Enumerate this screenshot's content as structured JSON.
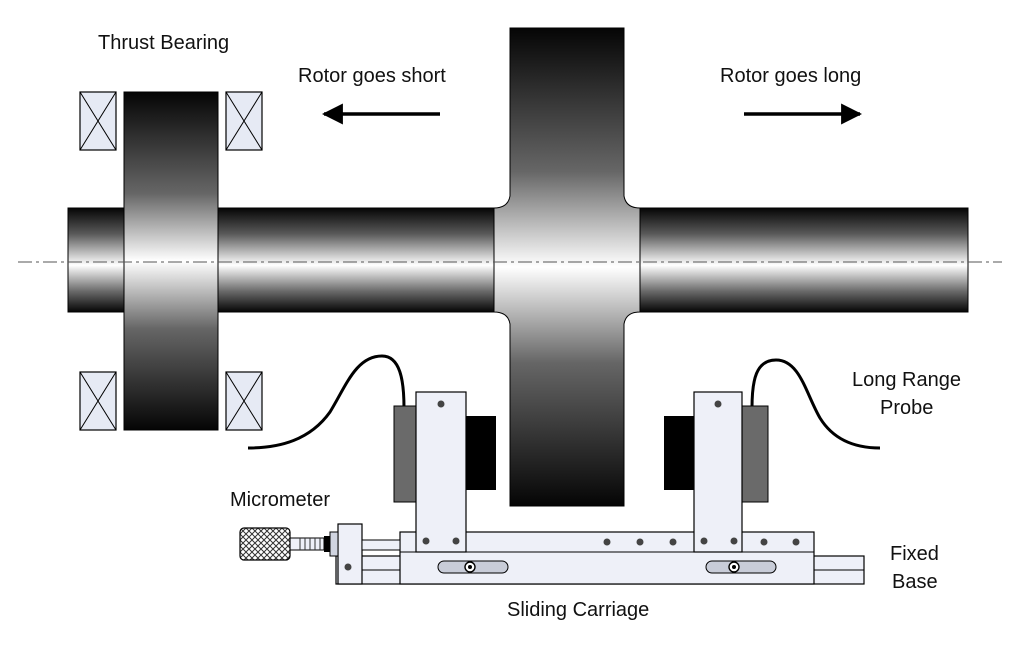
{
  "labels": {
    "thrust_bearing": "Thrust Bearing",
    "rotor_short": "Rotor goes short",
    "rotor_long": "Rotor goes long",
    "long_range_probe_line1": "Long Range",
    "long_range_probe_line2": "Probe",
    "micrometer": "Micrometer",
    "fixed_base_line1": "Fixed",
    "fixed_base_line2": "Base",
    "sliding_carriage": "Sliding Carriage"
  },
  "colors": {
    "rotor_dark": "#050505",
    "rotor_light": "#ffffff",
    "bearing_fill": "#e6eaf4",
    "carriage_fill": "#eef0f8",
    "probe_body": "#6a6a6a",
    "probe_face": "#000000"
  }
}
